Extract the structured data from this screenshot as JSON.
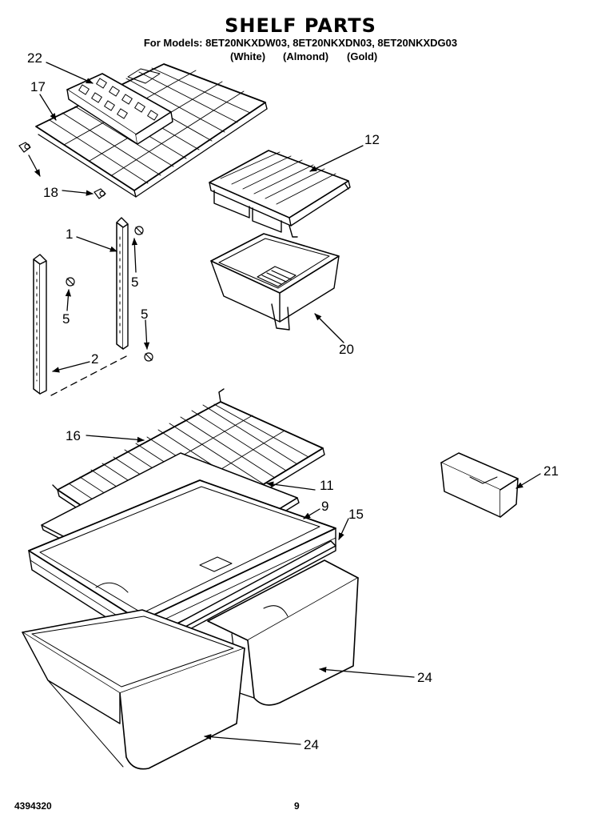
{
  "header": {
    "title": "SHELF PARTS",
    "models": "For Models: 8ET20NKXDW03, 8ET20NKXDN03, 8ET20NKXDG03",
    "colors": [
      "(White)",
      "(Almond)",
      "(Gold)"
    ]
  },
  "callouts": {
    "c22": "22",
    "c17": "17",
    "c18": "18",
    "c12": "12",
    "c1": "1",
    "c5a": "5",
    "c5b": "5",
    "c5c": "5",
    "c2": "2",
    "c20": "20",
    "c16": "16",
    "c11": "11",
    "c9": "9",
    "c15": "15",
    "c21": "21",
    "c24a": "24",
    "c24b": "24"
  },
  "footer": {
    "doc_number": "4394320",
    "page": "9"
  }
}
